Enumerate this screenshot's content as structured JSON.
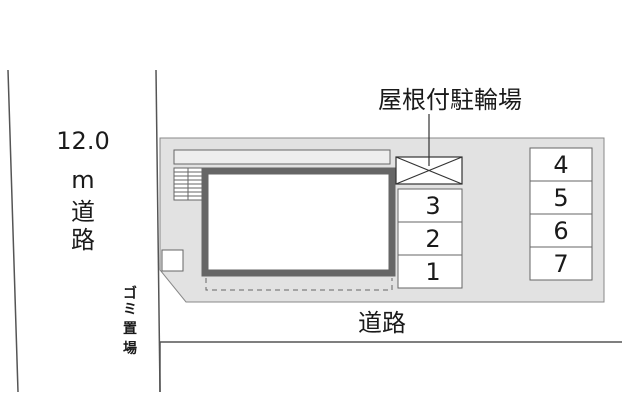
{
  "left_road": {
    "width_value": "12.0",
    "width_unit": "m",
    "name_char1": "道",
    "name_char2": "路"
  },
  "bottom_road": {
    "label": "道路"
  },
  "bike_shelter": {
    "label": "屋根付駐輪場"
  },
  "garbage_area": {
    "label_char1": "ゴ",
    "label_char2": "ミ",
    "label_char3": "置",
    "label_char4": "場"
  },
  "parking_center": [
    "3",
    "2",
    "1"
  ],
  "parking_right": [
    "4",
    "5",
    "6",
    "7"
  ],
  "colors": {
    "lot": "#e2e2e2",
    "building_wall": "#666666",
    "building_floor": "#ffffff",
    "line": "#333333",
    "background": "#ffffff"
  }
}
